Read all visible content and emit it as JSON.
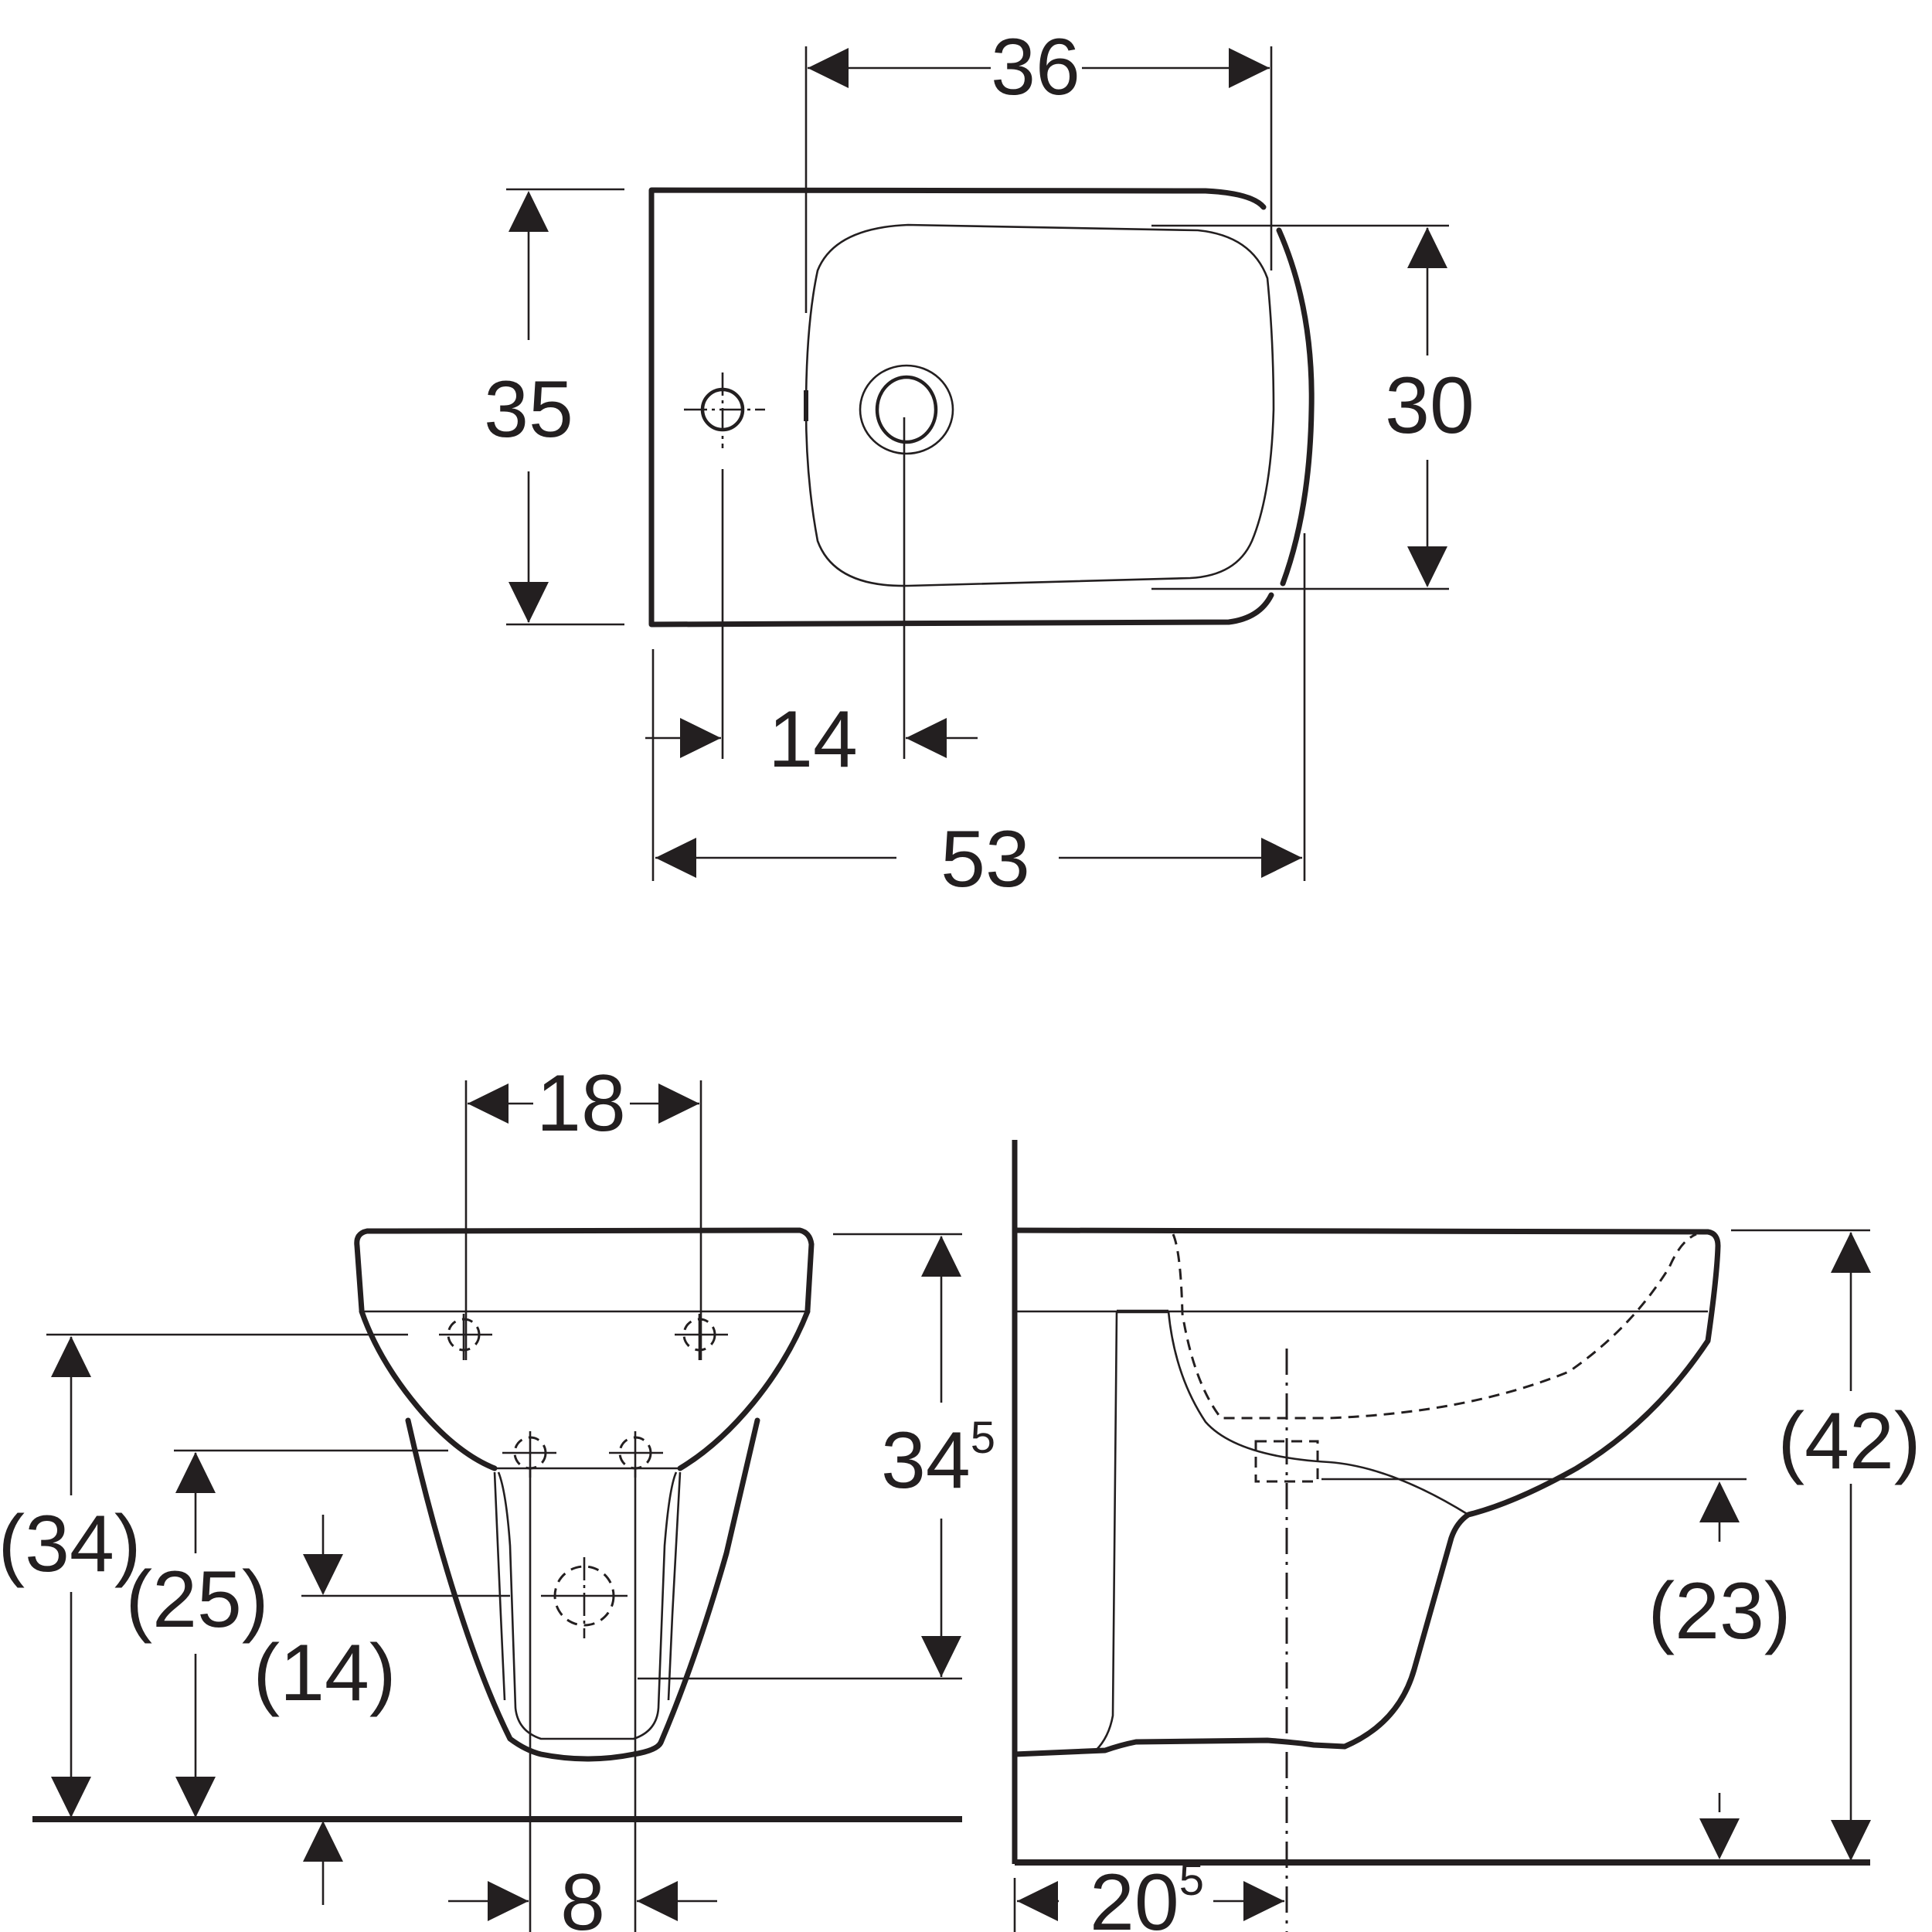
{
  "drawing": {
    "type": "technical dimension drawing",
    "subject": "wall-hung bidet",
    "units": "cm",
    "colors": {
      "line": "#231f20",
      "background": "#ffffff"
    }
  },
  "top_view": {
    "overall_length": "53",
    "overall_width": "35",
    "bowl_length": "36",
    "bowl_width": "30",
    "tap_hole_to_drain": "14"
  },
  "front_view": {
    "fixing_holes_spacing": "18",
    "pipe_spacing": "8",
    "height_main": "34",
    "height_main_sup": "5",
    "height_to_fixings": "(34)",
    "height_to_lower_fixings": "(25)",
    "height_to_supply": "(14)"
  },
  "side_view": {
    "rim_height": "(42)",
    "drain_height": "(23)",
    "wall_to_drain": "20",
    "wall_to_drain_sup": "5"
  }
}
